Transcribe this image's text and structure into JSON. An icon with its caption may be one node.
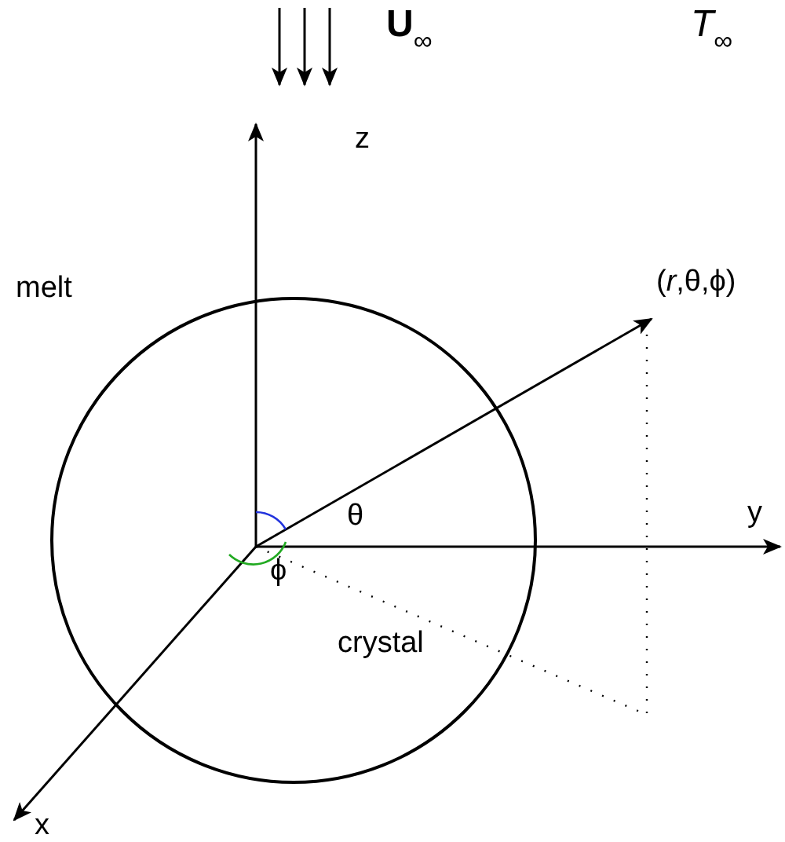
{
  "diagram": {
    "nodes": [
      {
        "text": [
          "crystal"
        ]
      }
    ],
    "labels": [
      "**U**$_{∞}$",
      "*T*$_{∞}$",
      "z",
      "melt",
      "(*r*,θ,ϕ)",
      "y",
      "θ",
      "ϕ",
      "x"
    ]
  }
}
